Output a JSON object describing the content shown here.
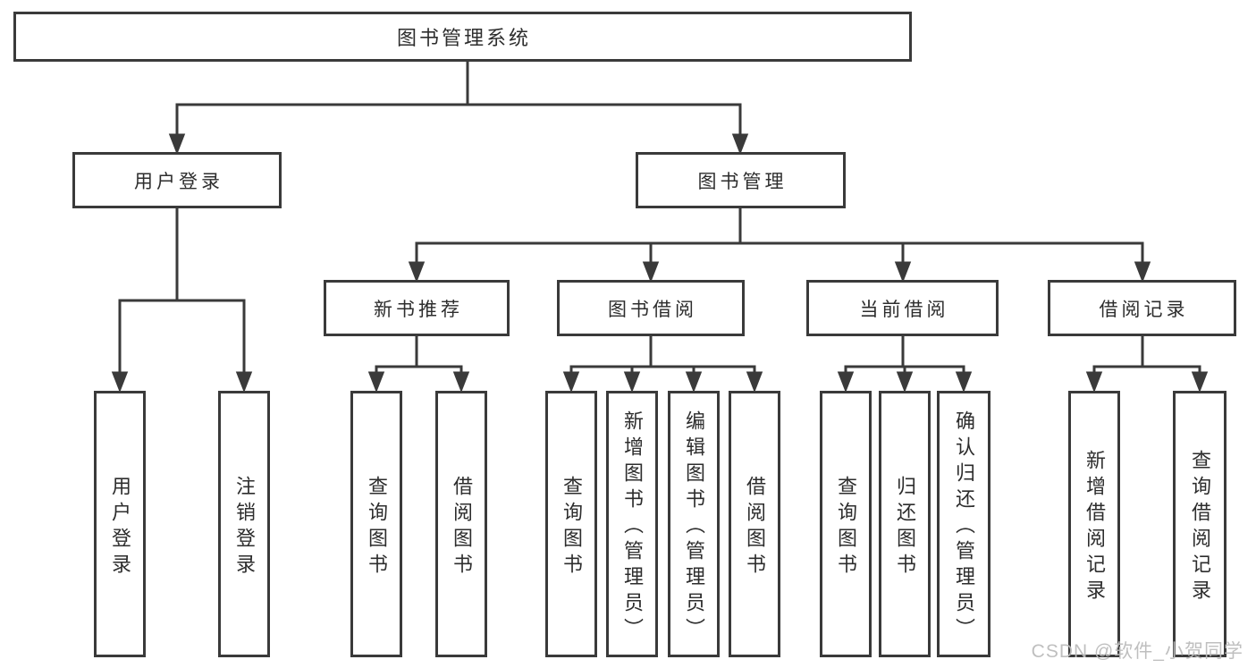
{
  "tree": {
    "root": {
      "label": "图书管理系统"
    },
    "level2": [
      {
        "id": "user-login",
        "label": "用户登录"
      },
      {
        "id": "book-management",
        "label": "图书管理"
      }
    ],
    "level3": [
      {
        "id": "new-book-recommend",
        "parent": "图书管理",
        "label": "新书推荐"
      },
      {
        "id": "book-borrowing",
        "parent": "图书管理",
        "label": "图书借阅"
      },
      {
        "id": "current-borrowing",
        "parent": "图书管理",
        "label": "当前借阅"
      },
      {
        "id": "borrowing-records",
        "parent": "图书管理",
        "label": "借阅记录"
      }
    ],
    "leaves": [
      {
        "parent": "用户登录",
        "label": "用户登录"
      },
      {
        "parent": "用户登录",
        "label": "注销登录"
      },
      {
        "parent": "新书推荐",
        "label": "查询图书"
      },
      {
        "parent": "新书推荐",
        "label": "借阅图书"
      },
      {
        "parent": "图书借阅",
        "label": "查询图书"
      },
      {
        "parent": "图书借阅",
        "label": "新增图书（管理员）"
      },
      {
        "parent": "图书借阅",
        "label": "编辑图书（管理员）"
      },
      {
        "parent": "图书借阅",
        "label": "借阅图书"
      },
      {
        "parent": "当前借阅",
        "label": "查询图书"
      },
      {
        "parent": "当前借阅",
        "label": "归还图书"
      },
      {
        "parent": "当前借阅",
        "label": "确认归还（管理员）"
      },
      {
        "parent": "借阅记录",
        "label": "新增借阅记录"
      },
      {
        "parent": "借阅记录",
        "label": "查询借阅记录"
      }
    ]
  },
  "watermark": {
    "text": "CSDN @软件_小贺同学"
  },
  "colors": {
    "line": "#3a3a3a",
    "text": "#2d2d2d",
    "background": "#ffffff",
    "watermark": "#bcbcbc"
  }
}
